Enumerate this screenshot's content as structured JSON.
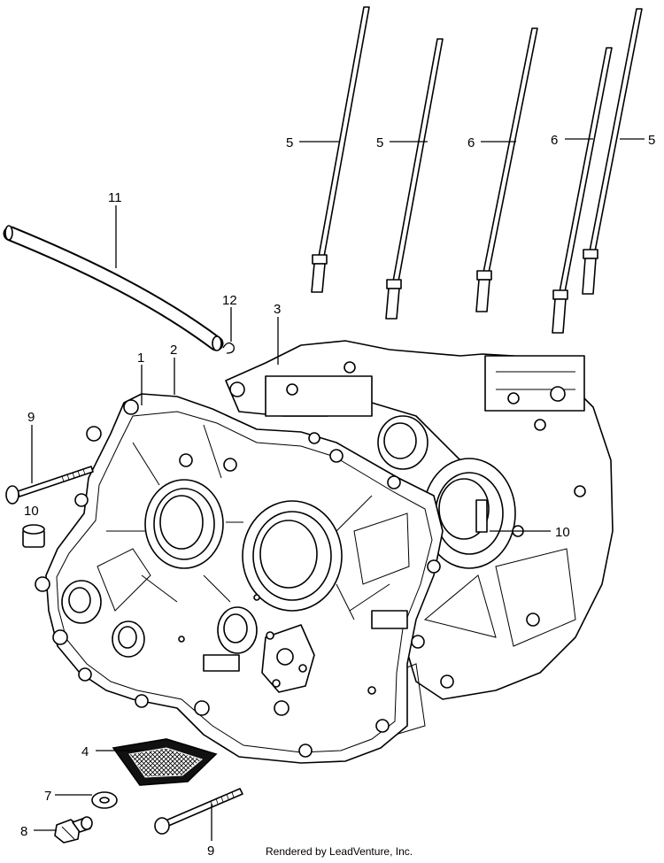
{
  "callouts": {
    "c1": "1",
    "c2": "2",
    "c3": "3",
    "c4": "4",
    "c5a": "5",
    "c5b": "5",
    "c5c": "5",
    "c6a": "6",
    "c6b": "6",
    "c7": "7",
    "c8": "8",
    "c9a": "9",
    "c9b": "9",
    "c10a": "10",
    "c10b": "10",
    "c11": "11",
    "c12": "12"
  },
  "footer": {
    "credit": "Rendered by LeadVenture, Inc."
  }
}
